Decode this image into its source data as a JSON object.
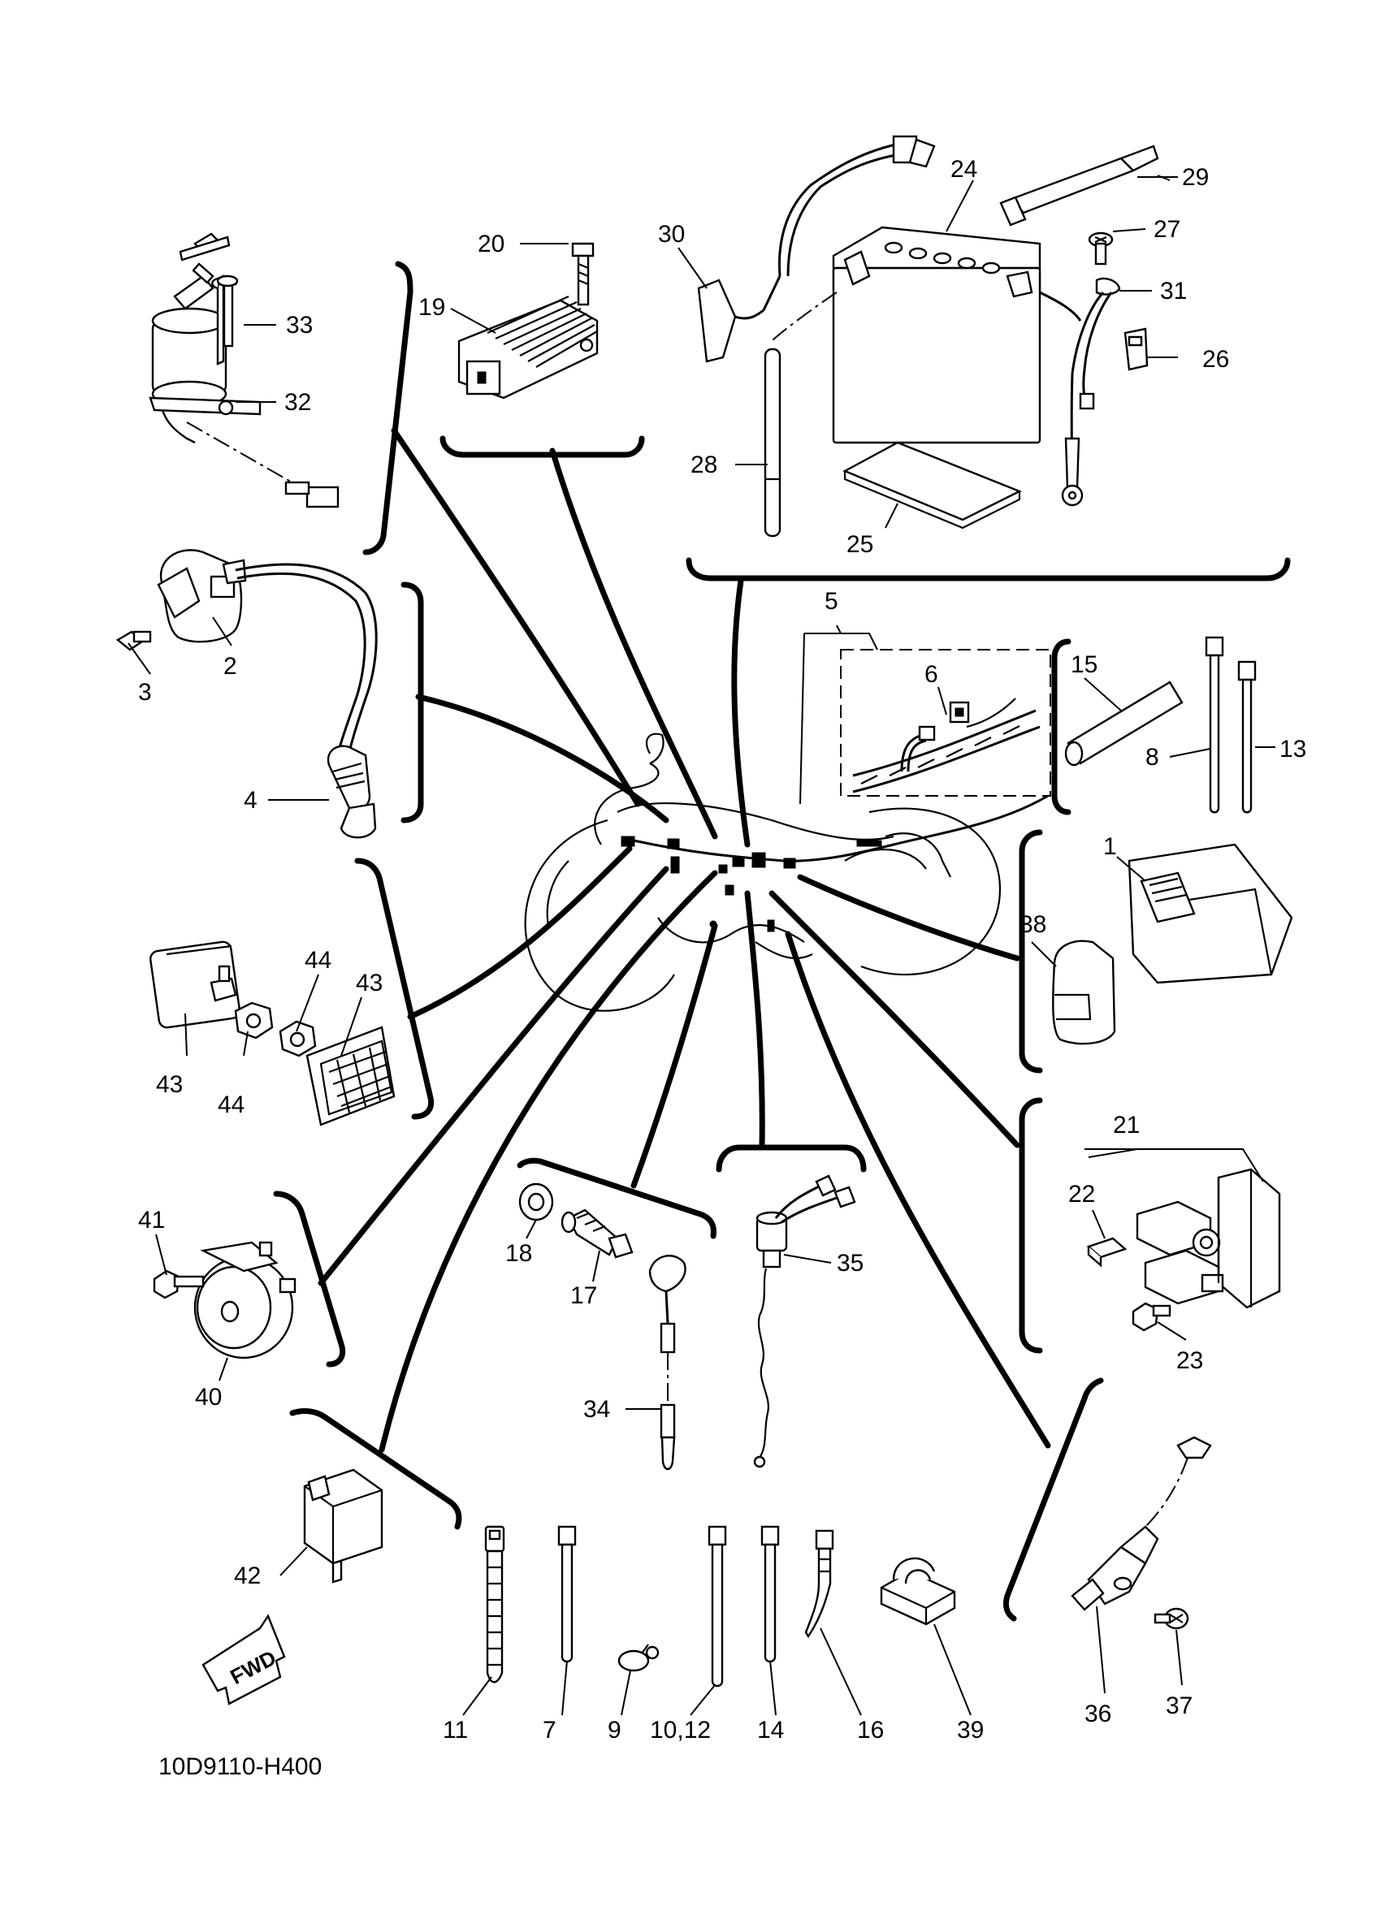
{
  "diagram_code": "10D9110-H400",
  "fwd_label": "FWD",
  "labels": [
    {
      "id": "1",
      "text": "1"
    },
    {
      "id": "2",
      "text": "2"
    },
    {
      "id": "3",
      "text": "3"
    },
    {
      "id": "4",
      "text": "4"
    },
    {
      "id": "5",
      "text": "5"
    },
    {
      "id": "6",
      "text": "6"
    },
    {
      "id": "7",
      "text": "7"
    },
    {
      "id": "8",
      "text": "8"
    },
    {
      "id": "9",
      "text": "9"
    },
    {
      "id": "10_12",
      "text": "10,12"
    },
    {
      "id": "11",
      "text": "11"
    },
    {
      "id": "13",
      "text": "13"
    },
    {
      "id": "14",
      "text": "14"
    },
    {
      "id": "15",
      "text": "15"
    },
    {
      "id": "16",
      "text": "16"
    },
    {
      "id": "17",
      "text": "17"
    },
    {
      "id": "18",
      "text": "18"
    },
    {
      "id": "19",
      "text": "19"
    },
    {
      "id": "20",
      "text": "20"
    },
    {
      "id": "21",
      "text": "21"
    },
    {
      "id": "22",
      "text": "22"
    },
    {
      "id": "23",
      "text": "23"
    },
    {
      "id": "24",
      "text": "24"
    },
    {
      "id": "25",
      "text": "25"
    },
    {
      "id": "26",
      "text": "26"
    },
    {
      "id": "27",
      "text": "27"
    },
    {
      "id": "28",
      "text": "28"
    },
    {
      "id": "29",
      "text": "29"
    },
    {
      "id": "30",
      "text": "30"
    },
    {
      "id": "31",
      "text": "31"
    },
    {
      "id": "32",
      "text": "32"
    },
    {
      "id": "33",
      "text": "33"
    },
    {
      "id": "34",
      "text": "34"
    },
    {
      "id": "35",
      "text": "35"
    },
    {
      "id": "36",
      "text": "36"
    },
    {
      "id": "37",
      "text": "37"
    },
    {
      "id": "38",
      "text": "38"
    },
    {
      "id": "39",
      "text": "39"
    },
    {
      "id": "40",
      "text": "40"
    },
    {
      "id": "41",
      "text": "41"
    },
    {
      "id": "42",
      "text": "42"
    },
    {
      "id": "43a",
      "text": "43"
    },
    {
      "id": "43b",
      "text": "43"
    },
    {
      "id": "44a",
      "text": "44"
    },
    {
      "id": "44b",
      "text": "44"
    }
  ]
}
